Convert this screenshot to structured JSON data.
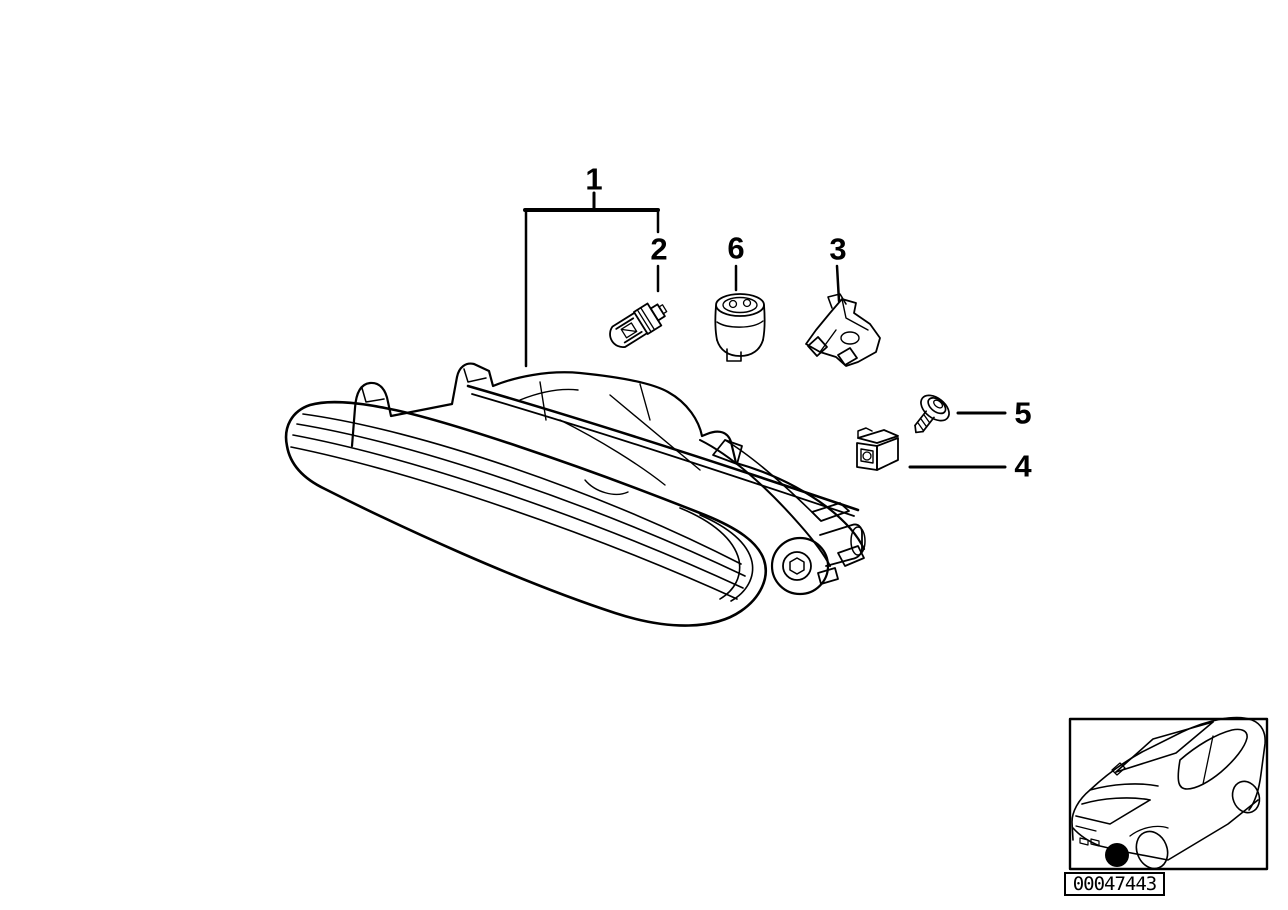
{
  "diagram": {
    "type": "exploded-parts-diagram",
    "subject": "front fog lamp assembly",
    "callouts": [
      {
        "label": "1"
      },
      {
        "label": "2"
      },
      {
        "label": "3"
      },
      {
        "label": "4"
      },
      {
        "label": "5"
      },
      {
        "label": "6"
      }
    ],
    "part_number": "00047443",
    "colors": {
      "line": "#000000",
      "background": "#ffffff"
    }
  }
}
